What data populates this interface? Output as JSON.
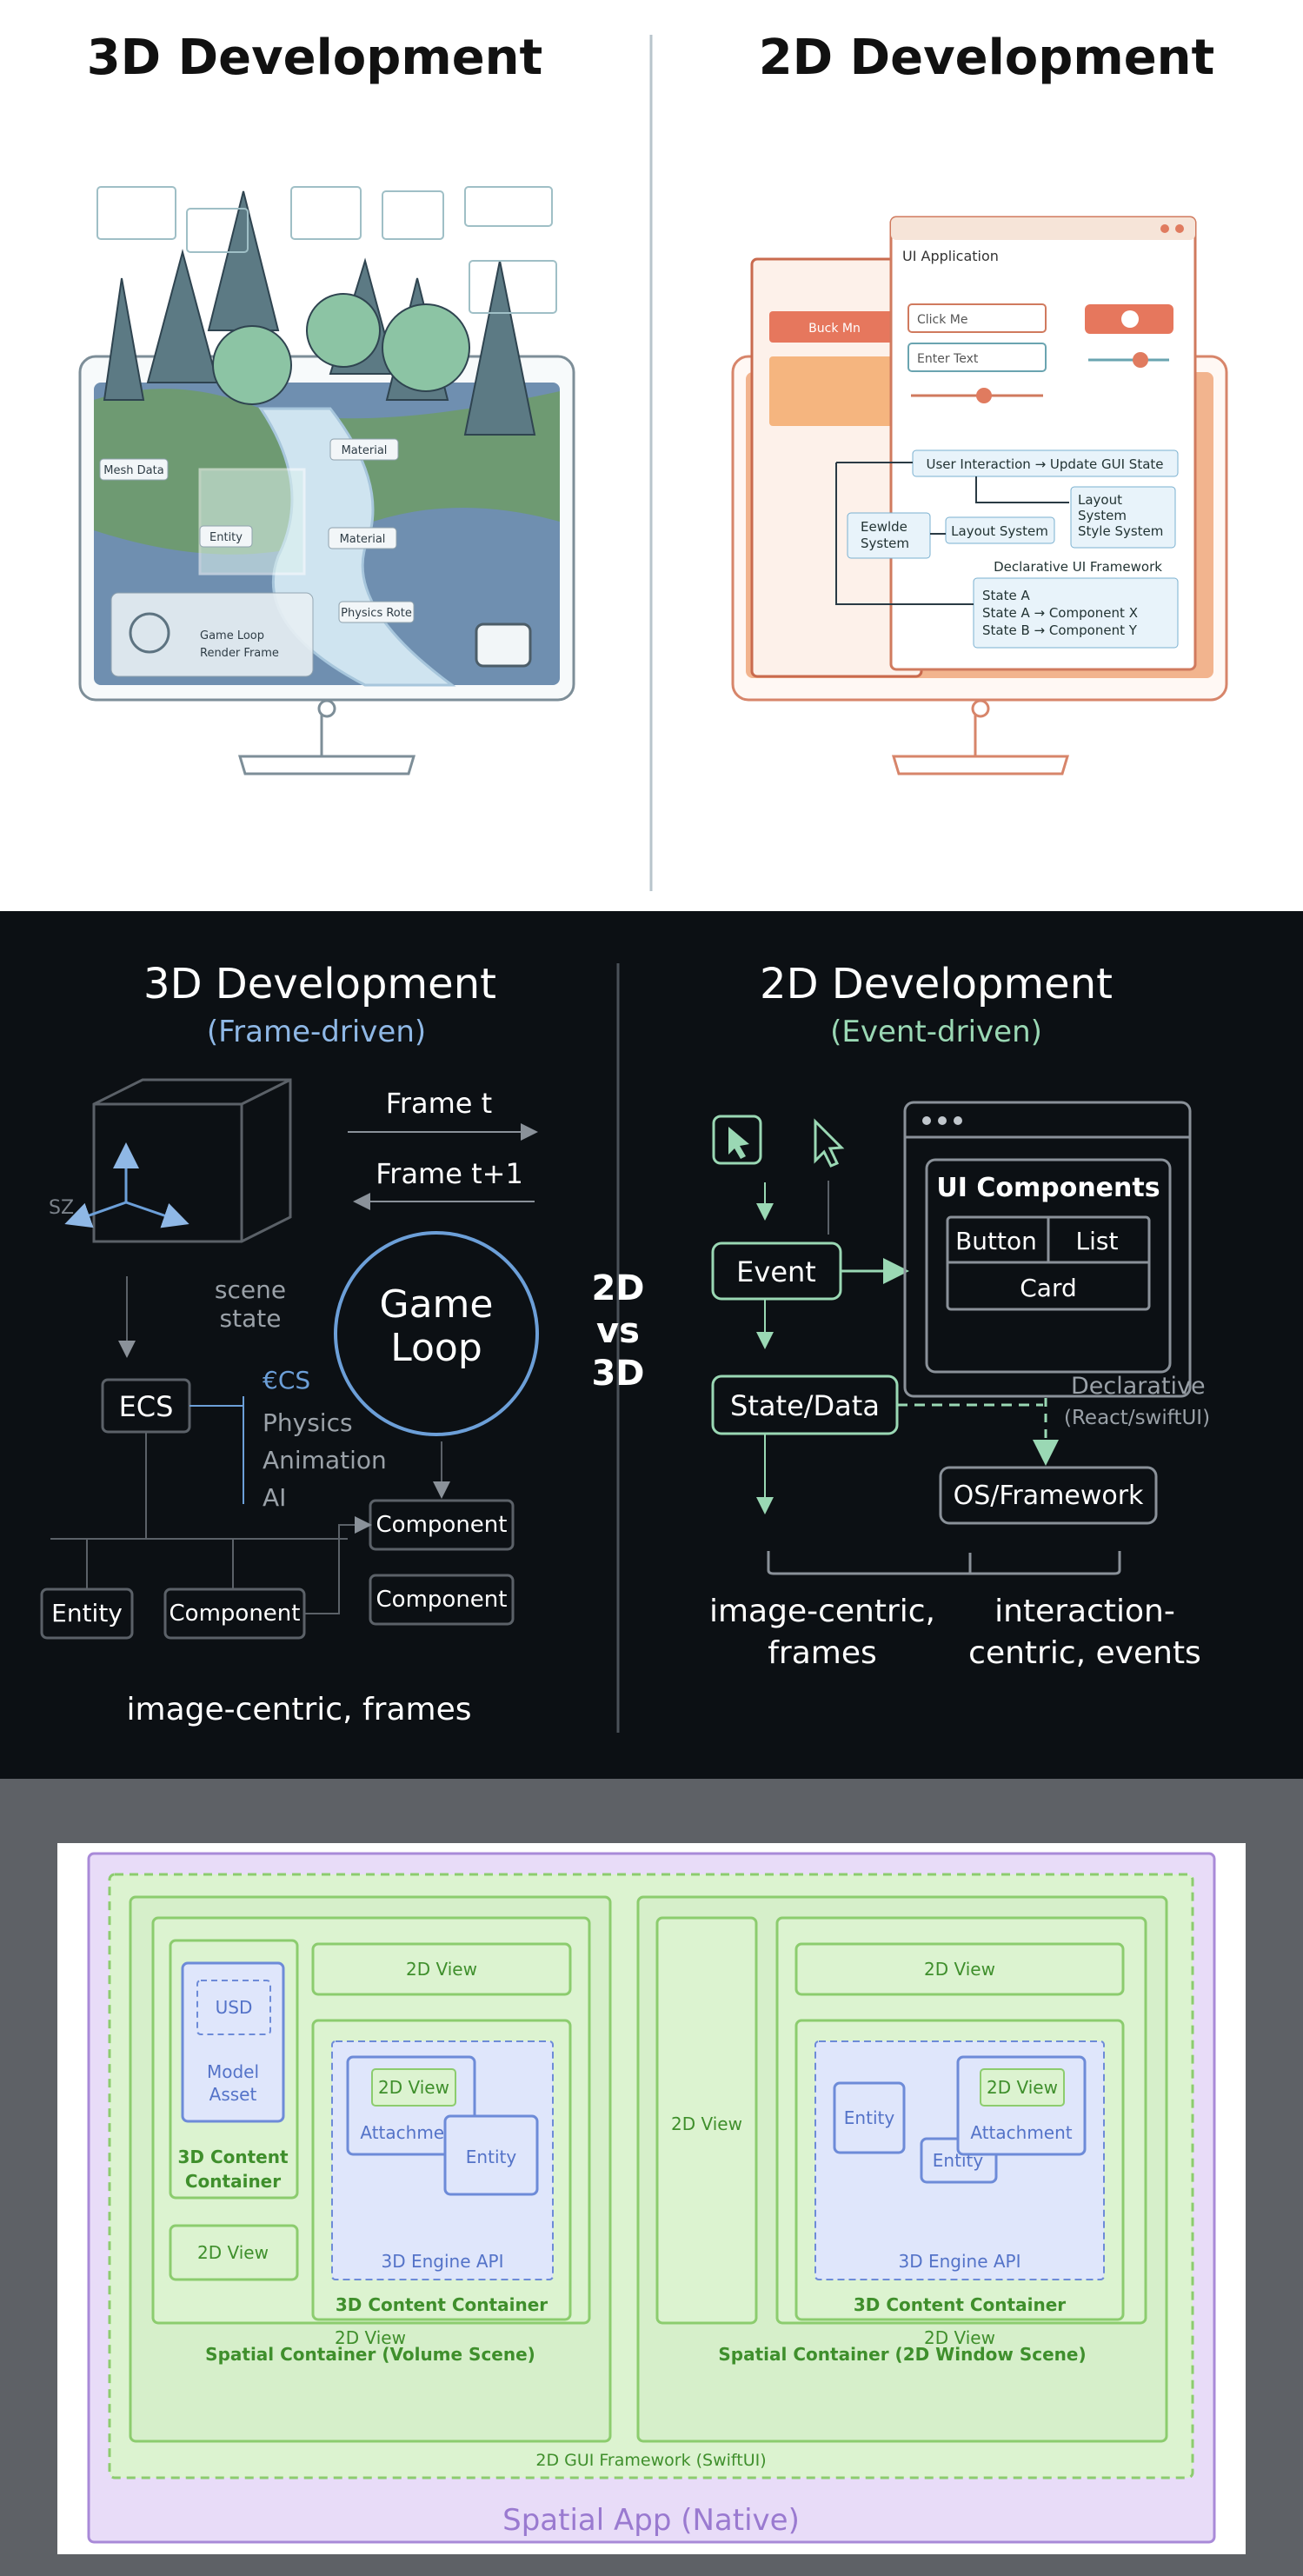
{
  "panel1": {
    "left_title": "3D Development",
    "right_title": "2D Development",
    "left_illustration": {
      "labels": [
        "Mesh Data",
        "Material",
        "Entity",
        "Material",
        "Physics Rote",
        "Game Loop",
        "Render Frame"
      ]
    },
    "right_illustration": {
      "window_title": "UI Application",
      "back_button": "Buck Mn",
      "click_button": "Click Me",
      "text_input": "Enter Text",
      "flow_top": "User Interaction → Update GUI State",
      "layout_box": "Layout System",
      "layout_style": [
        "Layout",
        "System",
        "Style System"
      ],
      "event_box": [
        "Eewlde",
        "System"
      ],
      "framework_label": "Declarative UI Framework",
      "state_lines": [
        "State A",
        "State A → Component X",
        "State B → Component Y"
      ]
    }
  },
  "panel2": {
    "left_title": "3D Development",
    "left_subtitle": "(Frame-driven)",
    "right_title": "2D Development",
    "right_subtitle": "(Event-driven)",
    "frame_t": "Frame t",
    "frame_t1": "Frame t+1",
    "axis_label": "SZ",
    "scene_state": [
      "scene",
      "state"
    ],
    "game_loop": [
      "Game",
      "Loop"
    ],
    "ecs": "ECS",
    "ecs_small": "€CS",
    "systems": [
      "Physics",
      "Animation",
      "AI"
    ],
    "component_a": "Component",
    "component_b": "Component",
    "entity": "Entity",
    "component_c": "Component",
    "left_footer": "image-centric, frames",
    "vs": [
      "2D",
      "vs",
      "3D"
    ],
    "event": "Event",
    "state_data": "State/Data",
    "ui_components": "UI Components",
    "button": "Button",
    "list": "List",
    "card": "Card",
    "declarative": "Declarative",
    "declarative_sub": "(React/swiftUI)",
    "os_framework": "OS/Framework",
    "footer_left": [
      "image-centric,",
      "frames"
    ],
    "footer_right": [
      "interaction-",
      "centric, events"
    ]
  },
  "panel3": {
    "spatial_app": "Spatial App (Native)",
    "gui_framework": "2D GUI Framework (SwiftUI)",
    "volume_scene": "Spatial Container (Volume Scene)",
    "window_scene": "Spatial Container (2D Window Scene)",
    "usd": "USD",
    "model_asset": [
      "Model",
      "Asset"
    ],
    "content_container_small": [
      "3D Content",
      "Container"
    ],
    "view_2d": "2D View",
    "view_2d_inner": "2D View",
    "attachment": "Attachment",
    "entity": "Entity",
    "engine_api": "3D Engine API",
    "content_container": "3D Content Container",
    "view_2d_bottom": "2D View",
    "tall_view": "2D View",
    "right_top_view": "2D View",
    "right_entity_a": "Entity",
    "right_entity_b": "Entity",
    "right_view_inner": "2D View",
    "right_attachment": "Attachment",
    "right_engine_api": "3D Engine API",
    "right_content_container": "3D Content Container",
    "right_bottom_view": "2D View"
  },
  "colors": {
    "panel2_bg": "#0c1014",
    "panel3_bg": "#5e6166",
    "green": "#8ccc6e",
    "green_text": "#3f8f2c",
    "blue": "#6d8bd8",
    "purple": "#a98ad8",
    "mint": "#9ad8b4",
    "sky": "#8fb8e6"
  }
}
